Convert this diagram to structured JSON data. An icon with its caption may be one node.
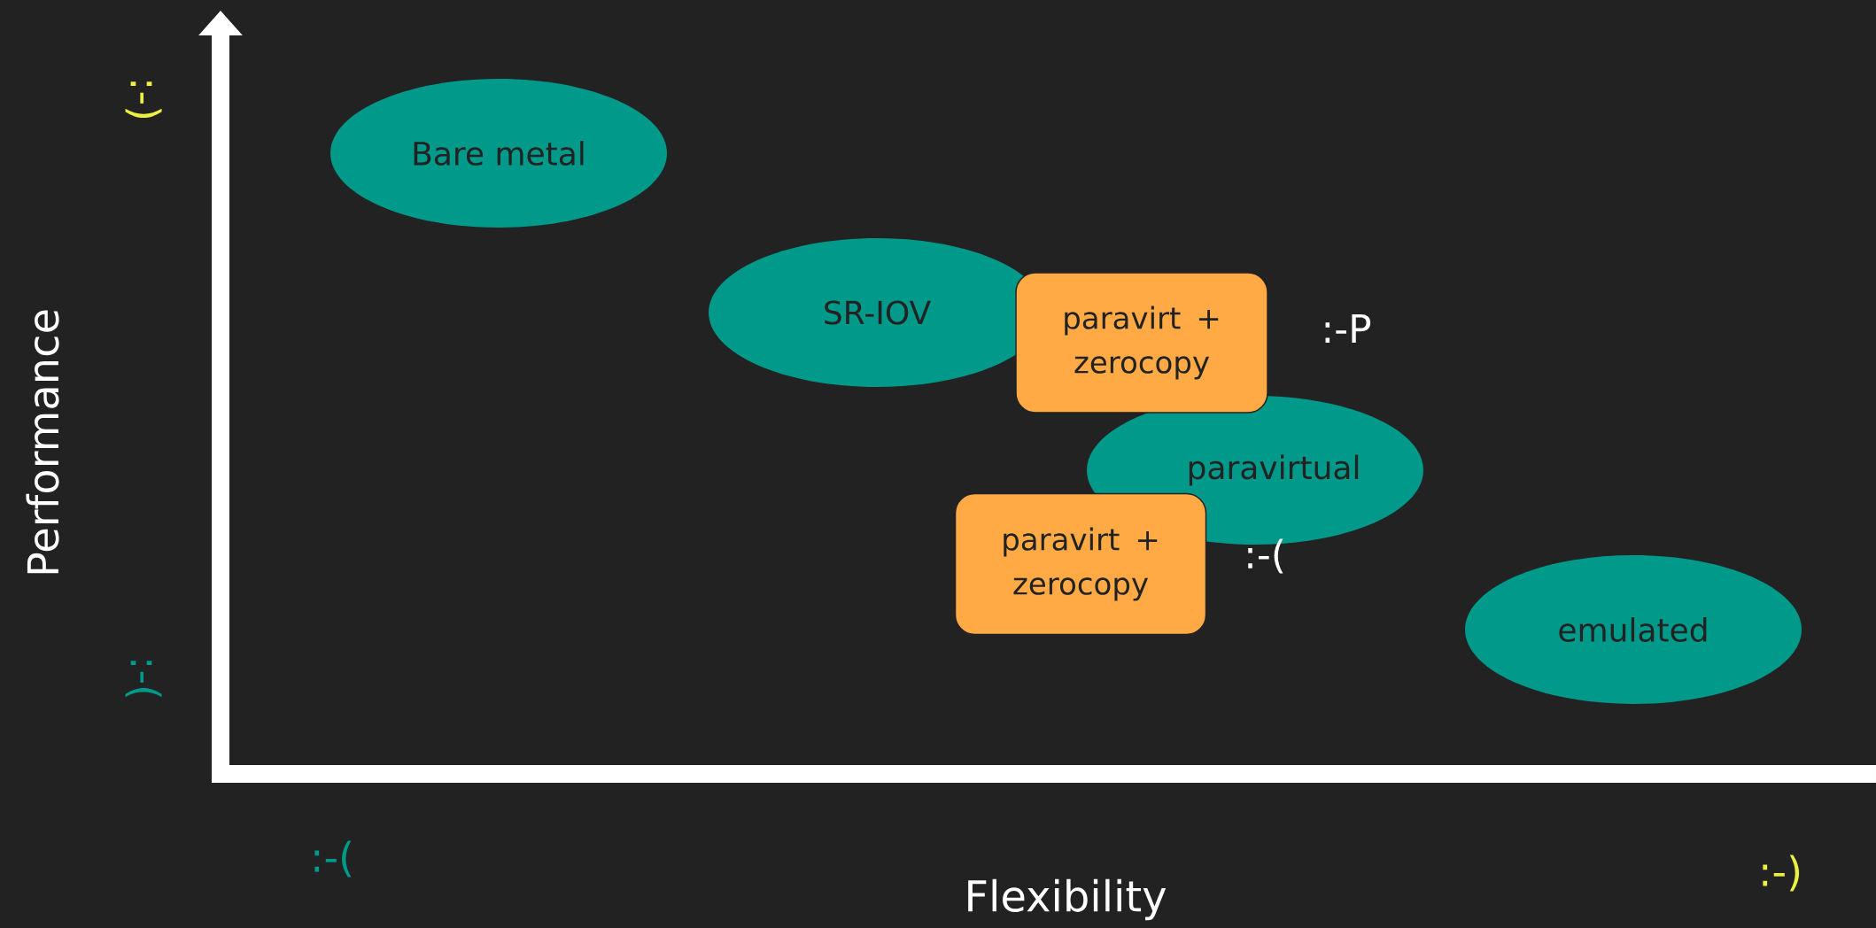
{
  "diagram": {
    "nodes": [
      {
        "text": [
          "Bare metal"
        ]
      },
      {
        "text": [
          "SR-IOV"
        ]
      },
      {
        "text": [
          "paravirt + zerocopy"
        ],
        "beside": [
          ":-P"
        ]
      },
      {
        "text": [
          "paravirtual"
        ]
      },
      {
        "text": [
          "paravirt + zerocopy"
        ]
      },
      {
        "text": [
          "emulated"
        ]
      }
    ],
    "labels": [
      ":-)",
      ":-(",
      ":-(",
      "Performance",
      ":-(",
      ":-)",
      "Flexibility"
    ]
  }
}
